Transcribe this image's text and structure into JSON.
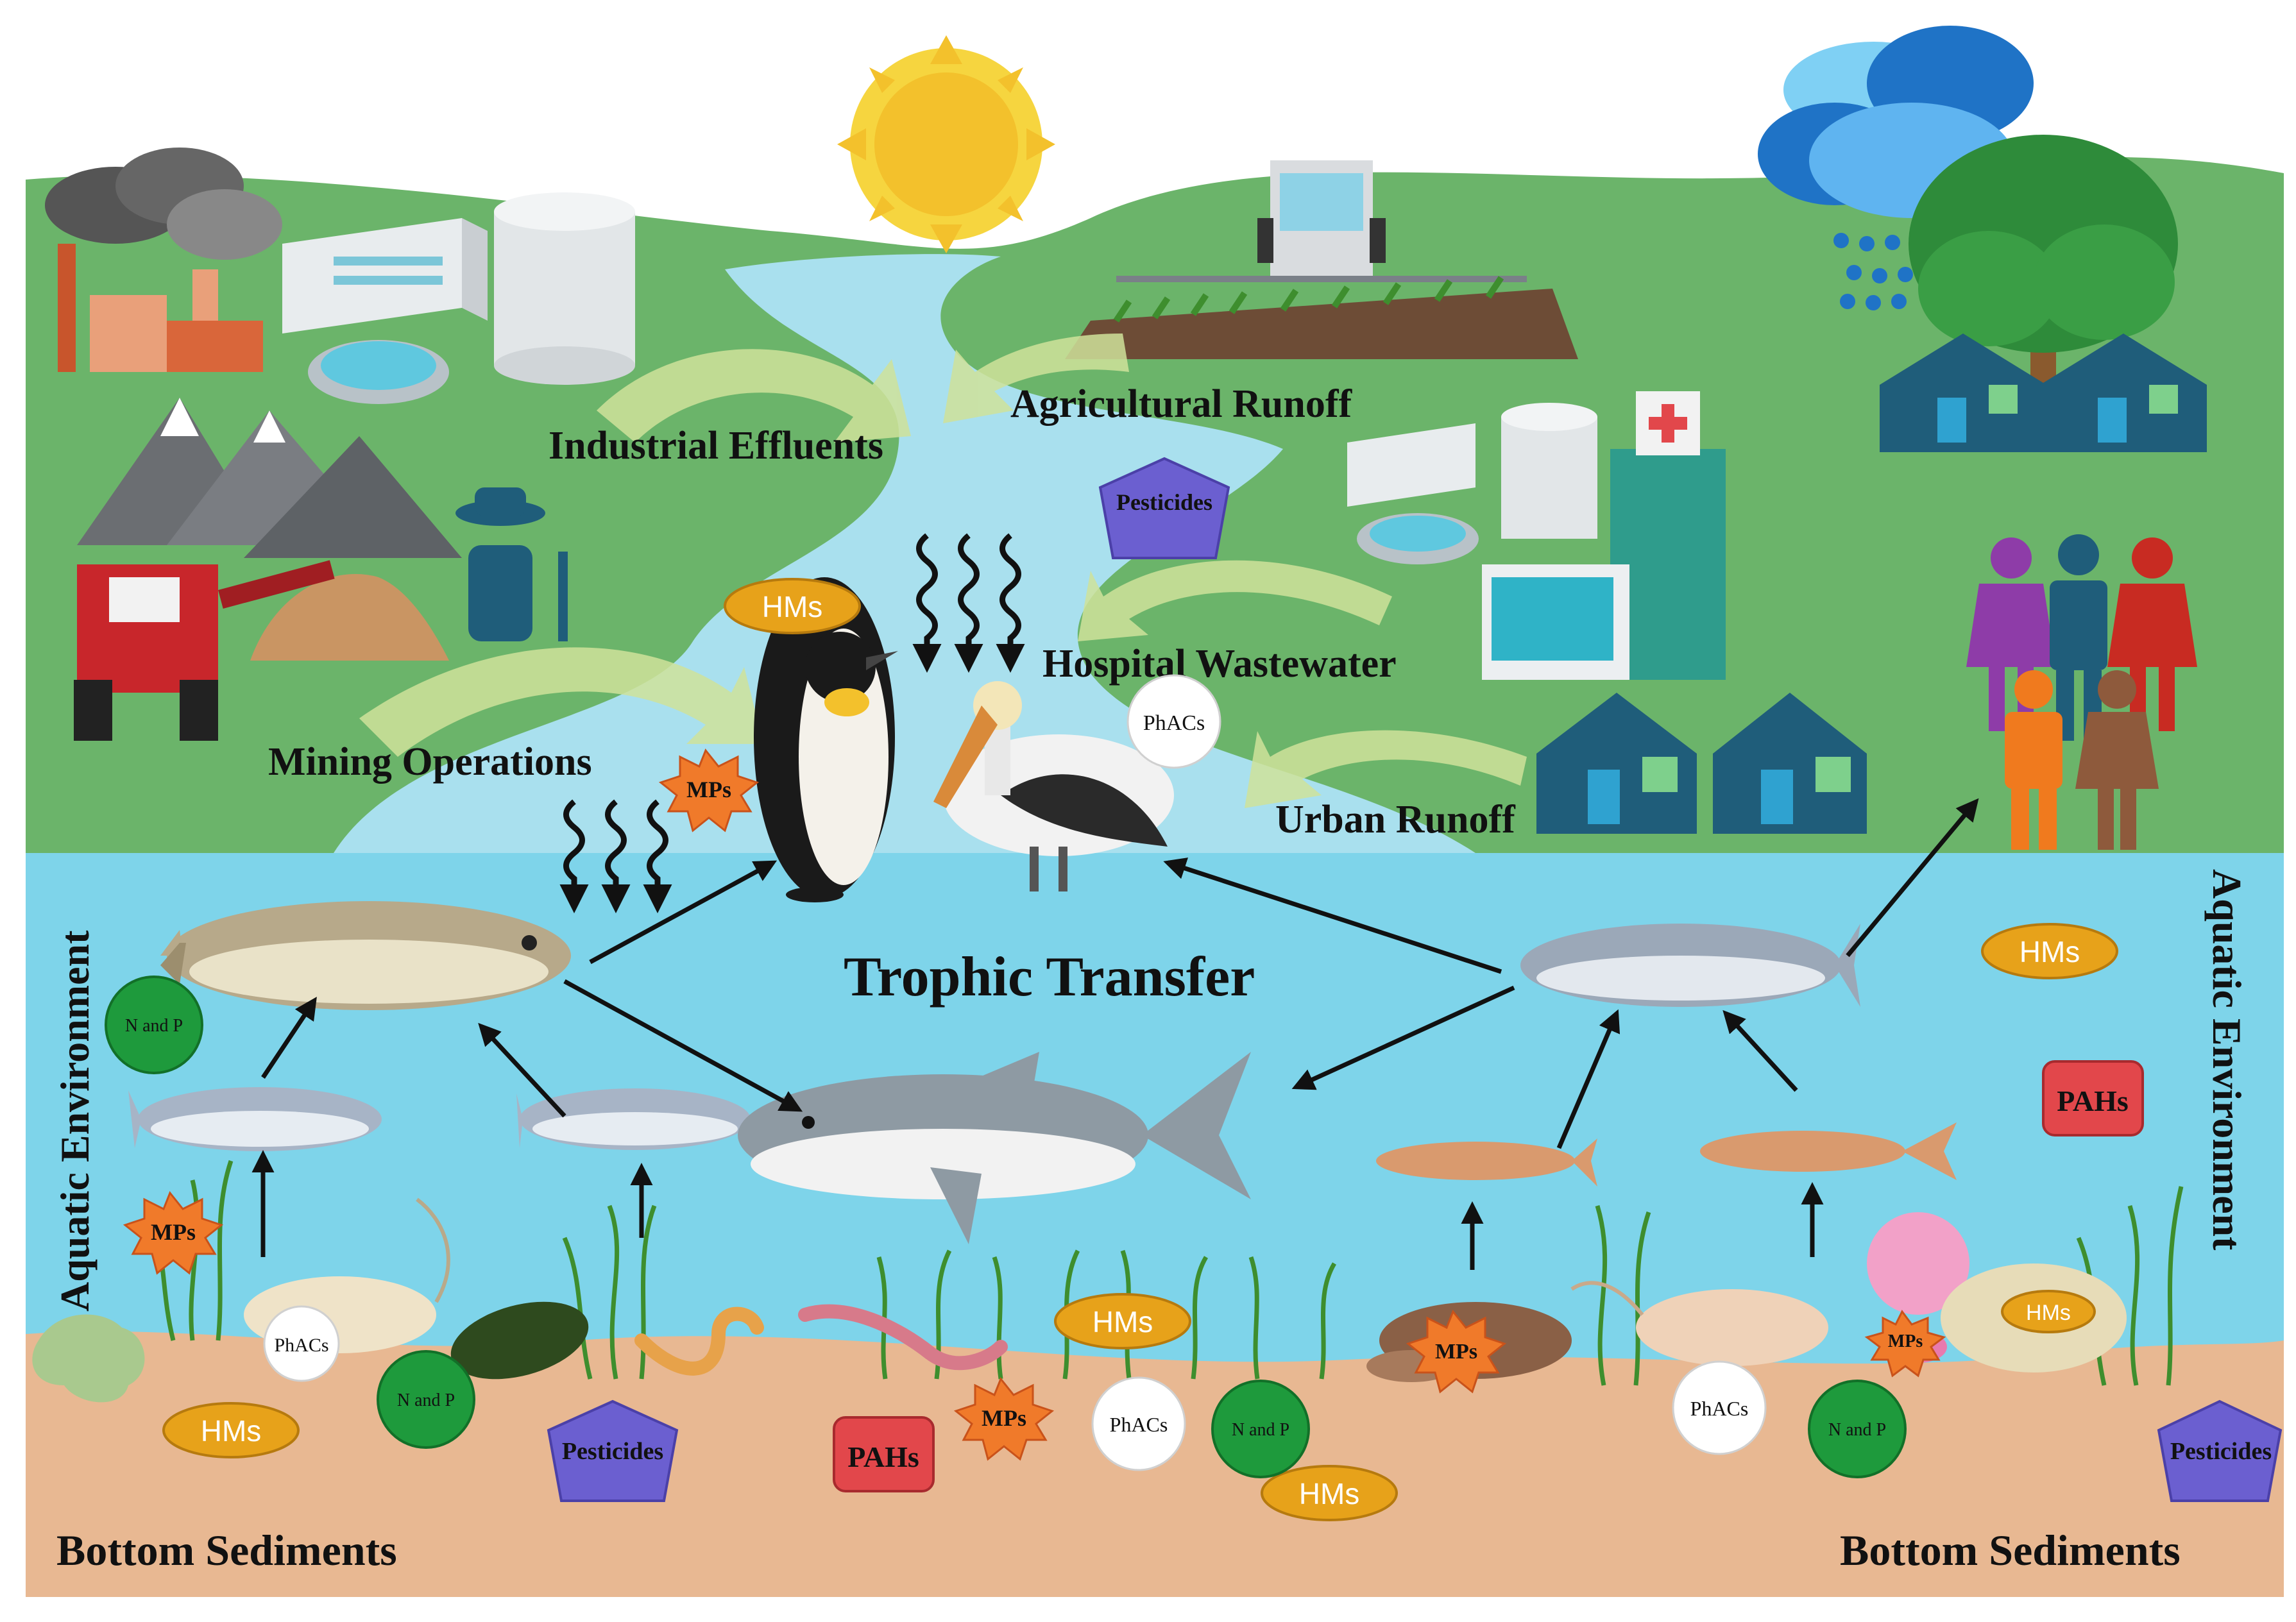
{
  "labels": {
    "industrial": "Industrial Effluents",
    "agricultural": "Agricultural Runoff",
    "mining": "Mining Operations",
    "hospital": "Hospital Wastewater",
    "urban": "Urban Runoff",
    "trophic": "Trophic Transfer",
    "aquatic_left": "Aquatic Environment",
    "aquatic_right": "Aquatic Environment",
    "sediment_left": "Bottom Sediments",
    "sediment_right": "Bottom Sediments"
  },
  "pollutants": {
    "hms": "HMs",
    "mps": "MPs",
    "phacs": "PhACs",
    "pesticides": "Pesticides",
    "pahs": "PAHs",
    "np": "N and P"
  },
  "colors": {
    "land": "#6BB46A",
    "river": "#A9E0EE",
    "water": "#78D2EA",
    "sediment": "#E8B892",
    "hms_fill": "#E7A21A",
    "mps_fill": "#F07A2A",
    "pesticide_fill": "#6B5FD0",
    "pahs_fill": "#E2474B",
    "np_fill": "#1E9A3C",
    "house": "#1F5D7A"
  }
}
